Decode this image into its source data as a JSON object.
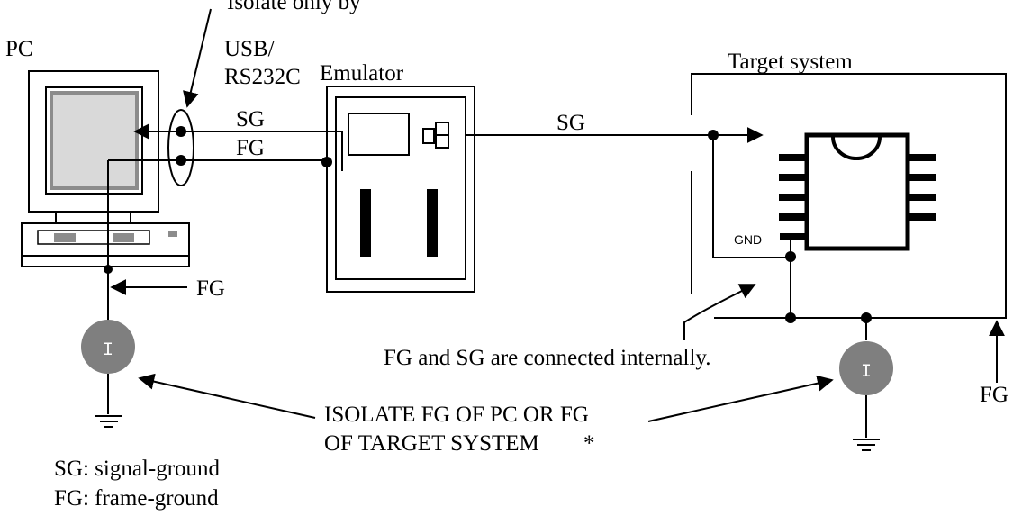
{
  "labels": {
    "top_cut": "Isolate only by",
    "pc": "PC",
    "usb": "USB/",
    "rs232c": "RS232C",
    "emulator": "Emulator",
    "target_system": "Target system",
    "sg_pc": "SG",
    "fg_pc": "FG",
    "sg_target": "SG",
    "fg_pc_ground": "FG",
    "fg_target": "FG",
    "gnd": "GND",
    "isolator_left": "I",
    "isolator_right": "I",
    "internal_note": "FG and SG are connected internally.",
    "isolate_line1": "ISOLATE FG OF PC OR FG",
    "isolate_line2": "OF TARGET SYSTEM",
    "asterisk": "*",
    "legend_sg": "SG: signal-ground",
    "legend_fg": "FG: frame-ground"
  },
  "colors": {
    "isolator_fill": "#7f7f7f",
    "line": "#000000"
  }
}
